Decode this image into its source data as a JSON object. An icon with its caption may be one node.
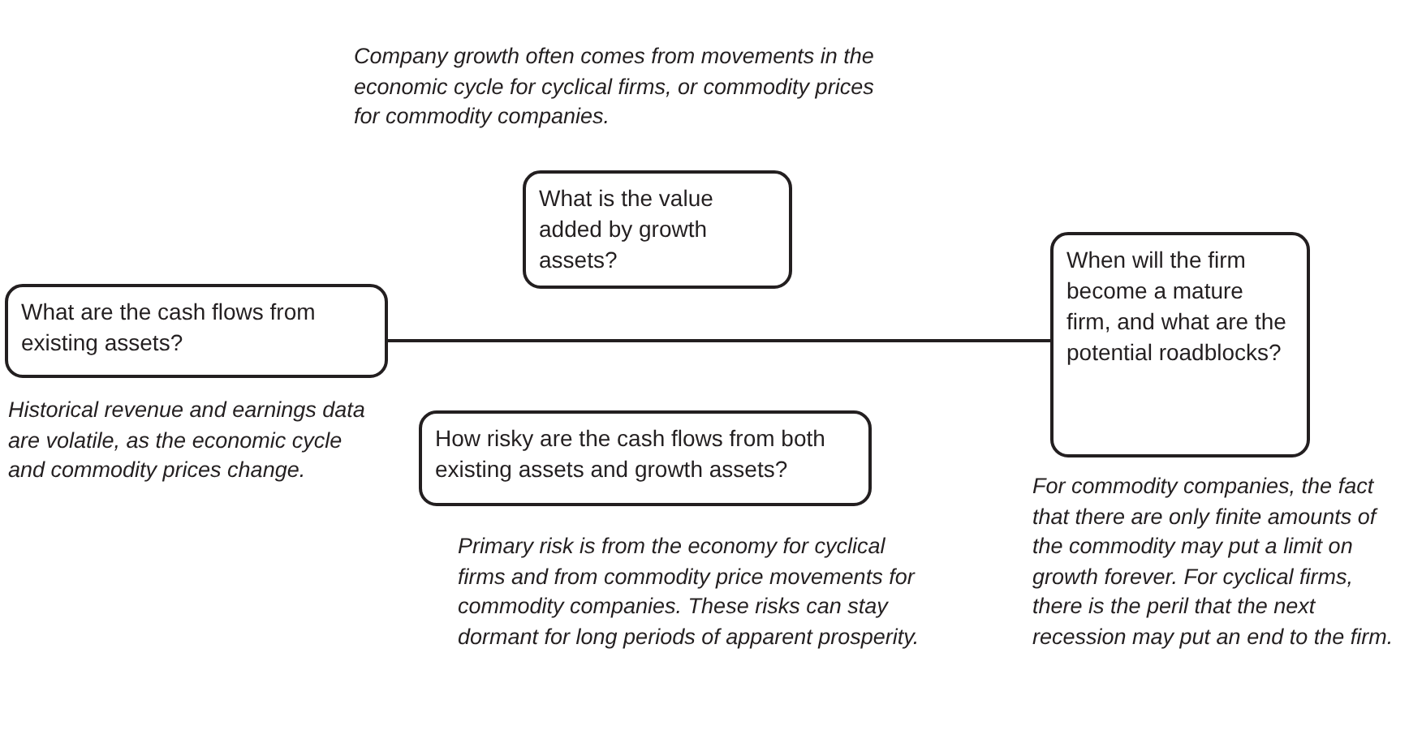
{
  "diagram": {
    "nodes": [
      {
        "text": [
          "What is the value added by growth assets?"
        ],
        "beside": [
          "Company growth often comes from movements in the economic cycle for cyclical firms, or commodity prices for commodity companies."
        ]
      },
      {
        "text": [
          "What are the cash flows from existing assets?"
        ],
        "beside": [
          "Historical revenue and earnings data are volatile, as the economic cycle and commodity prices change."
        ]
      },
      {
        "text": [
          "When will the firm become a mature firm, and what are the potential roadblocks?"
        ],
        "beside": [
          "For commodity companies, the fact that there are only finite amounts of the commodity may put a limit on growth forever. For cyclical firms, there is the peril that the next recession may put an end to the firm."
        ]
      },
      {
        "text": [
          "How risky are the cash flows from both existing assets and growth assets?"
        ],
        "beside": [
          "Primary risk is from the economy for cyclical firms and from commodity price movements for commodity companies. These risks can stay dormant for long periods of apparent prosperity."
        ]
      }
    ],
    "edges": [
      {
        "from": 1,
        "to": 2,
        "arrow": "none"
      }
    ]
  }
}
